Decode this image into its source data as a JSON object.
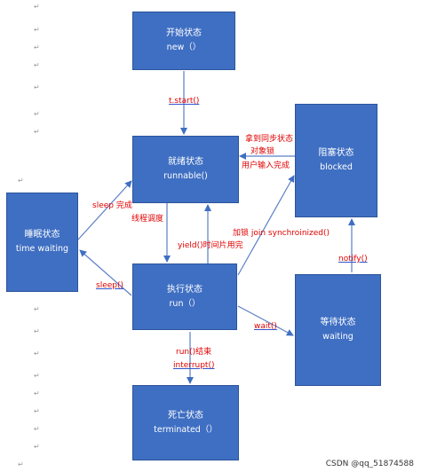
{
  "states": {
    "start": {
      "name": "开始状态",
      "sub": "new（）"
    },
    "runnable": {
      "name": "就绪状态",
      "sub": "runnable()"
    },
    "blocked": {
      "name": "阻塞状态",
      "sub": "blocked"
    },
    "sleeping": {
      "name": "睡眠状态",
      "sub": "time waiting"
    },
    "running": {
      "name": "执行状态",
      "sub": "run（）"
    },
    "waiting": {
      "name": "等待状态",
      "sub": "waiting"
    },
    "terminated": {
      "name": "死亡状态",
      "sub": "terminated（）"
    }
  },
  "labels": {
    "start_call": "t.start()",
    "get_sync_state": "拿到同步状态",
    "object_lock": "对象锁",
    "user_input_done": "用户输入完成",
    "sleep_done": "sleep 完成",
    "thread_schedule": "线程调度",
    "yield_timeslice": "yield()时间片用完",
    "lock_join_sync": "加锁  join synchroinized()",
    "notify_call": "notify()",
    "sleep_call": "sleep()",
    "wait_call": "wait()",
    "run_end": "run()结束",
    "interrupt_call": "interrupt()"
  },
  "watermark": "CSDN @qq_51874588",
  "colors": {
    "box_fill": "#3f6fc3",
    "box_text": "#ffffff",
    "label_text": "#e00000",
    "arrow": "#3f6fc3"
  }
}
